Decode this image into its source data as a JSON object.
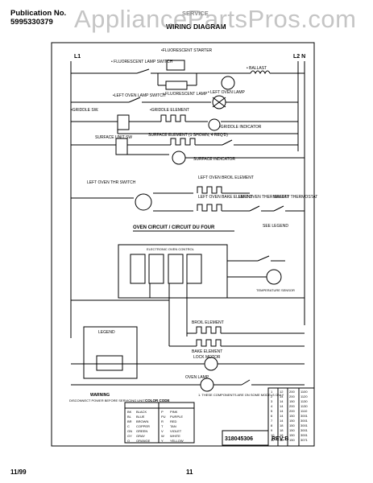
{
  "header": {
    "publication_label": "Publication No.",
    "publication_number": "5995330379",
    "title": "WIRING DIAGRAM",
    "title_ghost": "SERVICE"
  },
  "watermark": "AppliancePartsPros.com",
  "footer": {
    "date": "11/99",
    "page": "11"
  },
  "labels": {
    "l1": "L1",
    "l2n": "L2   N",
    "fluor_starter": "•FLUORESCENT STARTER",
    "fluor_switch": "• FLUORESCENT LAMP SWITCH",
    "ballast": "• BALLAST",
    "fluor_lamp": "• FLUORESCENT LAMP",
    "left_oven_lamp_switch": "•LEFT OVEN LAMP SWITCH",
    "left_oven_lamp": "• LEFT OVEN LAMP",
    "griddle_sw": "•GRIDDLE SW.",
    "griddle_element": "•GRIDDLE ELEMENT",
    "griddle_indicator": "•GRIDDLE INDICATOR",
    "surface_unit_sw": "SURFACE UNIT SW",
    "surface_element": "SURFACE ELEMENT (1 SHOWN, 4 REQ'D)",
    "surface_indicator": "SURFACE INDICATOR",
    "left_oven_thr_switch": "LEFT OVEN THR SWITCH",
    "left_oven_broil": "LEFT OVEN BROIL ELEMENT",
    "left_oven_bake": "LEFT OVEN BAKE ELEMENT",
    "left_oven_thermostat": "LEFT OVEN THERMOSTAT",
    "safety_thermostat": "SAFETY THERMOSTAT",
    "oven_circuit": "OVEN CIRCUIT / CIRCUIT DU FOUR",
    "see_legend": "SEE LEGEND",
    "electronic_oven_control": "ELECTRONIC OVEN CONTROL",
    "temperature_sensor": "TEMPERATURE SENSOR",
    "broil_element": "BROIL ELEMENT",
    "bake_element": "BAKE ELEMENT",
    "lock_motor": "LOCK MOTOR",
    "oven_lamp": "OVEN LAMP",
    "legend": "LEGEND",
    "warning": "WARNING",
    "warning_text": "DISCONNECT POWER BEFORE SERVICING UNIT",
    "color_code": "COLOR CODE",
    "notes": "1. THESE COMPONENTS ARE ON SOME MODELS ONLY",
    "part_number": "318045306",
    "rev": "REV:B"
  },
  "color_code": [
    [
      "BK",
      "BLACK",
      "P",
      "PINK"
    ],
    [
      "BL",
      "BLUE",
      "PU",
      "PURPLE"
    ],
    [
      "BR",
      "BROWN",
      "R",
      "RED"
    ],
    [
      "C",
      "COPPER",
      "T",
      "TAN"
    ],
    [
      "GN",
      "GREEN",
      "V",
      "VIOLET"
    ],
    [
      "GY",
      "GRAY",
      "W",
      "WHITE"
    ],
    [
      "O",
      "ORANGE",
      "Y",
      "YELLOW"
    ]
  ],
  "wire_table": [
    [
      "1",
      "12",
      "200",
      "1100"
    ],
    [
      "2",
      "14",
      "200",
      "1120"
    ],
    [
      "3",
      "14",
      "150",
      "1130"
    ],
    [
      "4",
      "14",
      "200",
      "1130"
    ],
    [
      "5",
      "14",
      "200",
      "1110"
    ],
    [
      "6",
      "14",
      "150",
      "3001"
    ],
    [
      "7",
      "14",
      "150",
      "3001"
    ],
    [
      "8",
      "18",
      "150",
      "3001"
    ],
    [
      "9",
      "18",
      "150",
      "3001"
    ],
    [
      "10",
      "18",
      "150",
      "3001"
    ],
    [
      "11",
      "18",
      "150",
      "3071"
    ]
  ],
  "colors": {
    "line": "#000000",
    "paper": "#ffffff",
    "watermark": "#969696"
  }
}
